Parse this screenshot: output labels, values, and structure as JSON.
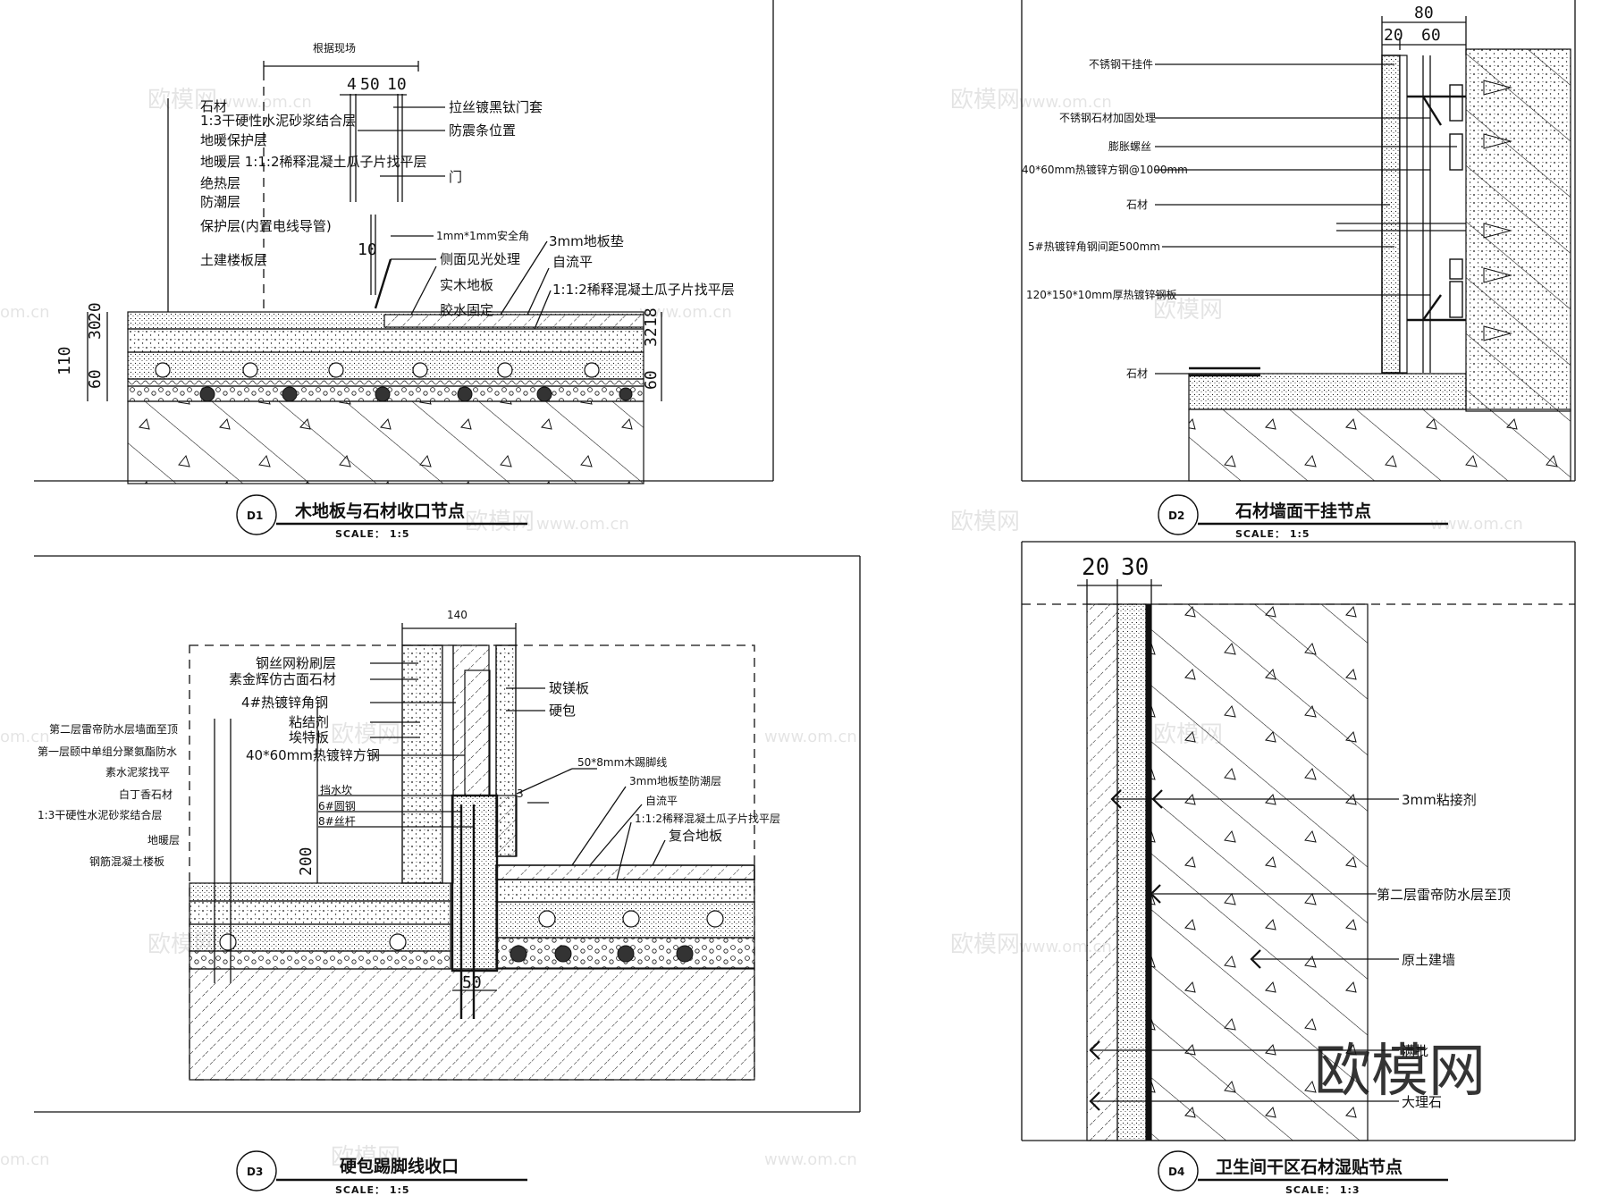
{
  "d1": {
    "badge": "D1",
    "title": "木地板与石材收口节点",
    "scale": "SCALE： 1:5",
    "note_top": "根据现场",
    "dims_top": [
      "4",
      "50",
      "10"
    ],
    "dims_left": [
      "30",
      "20",
      "110",
      "60"
    ],
    "dims_right": [
      "32",
      "18",
      "60"
    ],
    "dim_10": "10",
    "left_labels": [
      "石材",
      "1:3干硬性水泥砂浆结合层",
      "地暖保护层",
      "地暖层 1:1:2稀释混凝土瓜子片找平层",
      "绝热层",
      "防潮层",
      "保护层(内置电线导管)",
      "土建楼板层"
    ],
    "right_labels": [
      "拉丝镀黑钛门套",
      "防震条位置",
      "门",
      "1mm*1mm安全角",
      "侧面见光处理",
      "实木地板",
      "胶水固定",
      "3mm地板垫",
      "自流平",
      "1:1:2稀释混凝土瓜子片找平层"
    ]
  },
  "d2": {
    "badge": "D2",
    "title": "石材墙面干挂节点",
    "scale": "SCALE： 1:5",
    "dims": [
      "80",
      "20",
      "60"
    ],
    "labels": [
      "不锈钢干挂件",
      "不锈钢石材加固处理",
      "膨胀螺丝",
      "40*60mm热镀锌方钢@1000mm",
      "石材",
      "5#热镀锌角钢间距500mm",
      "120*150*10mm厚热镀锌钢板",
      "石材"
    ]
  },
  "d3": {
    "badge": "D3",
    "title": "硬包踢脚线收口",
    "scale": "SCALE： 1:5",
    "dim_top": "140",
    "dim_v": "200",
    "dim_b": "50",
    "dim_3": "3",
    "left_labels": [
      "钢丝网粉刷层",
      "素金辉仿古面石材",
      "4#热镀锌角钢",
      "粘结剂",
      "埃特板",
      "40*60mm热镀锌方钢",
      "第二层雷帝防水层墙面至顶",
      "第一层颐中单组分聚氨酯防水",
      "素水泥浆找平",
      "白丁香石材",
      "1:3干硬性水泥砂浆结合层",
      "地暖层",
      "钢筋混凝土楼板",
      "挡水坎",
      "6#圆钢",
      "8#丝杆"
    ],
    "right_labels": [
      "玻镁板",
      "硬包",
      "50*8mm木踢脚线",
      "3mm地板垫防潮层",
      "自流平",
      "1:1:2稀释混凝土瓜子片找平层",
      "复合地板"
    ]
  },
  "d4": {
    "badge": "D4",
    "title": "卫生间干区石材湿贴节点",
    "scale": "SCALE： 1:3",
    "dims": [
      "20",
      "30"
    ],
    "labels": [
      "3mm粘接剂",
      "第二层雷帝防水层至顶",
      "原土建墙",
      "满批",
      "大理石"
    ]
  },
  "watermarks": {
    "brand": "欧模网",
    "url": "www.om.cn",
    "url_short": "om.cn"
  }
}
